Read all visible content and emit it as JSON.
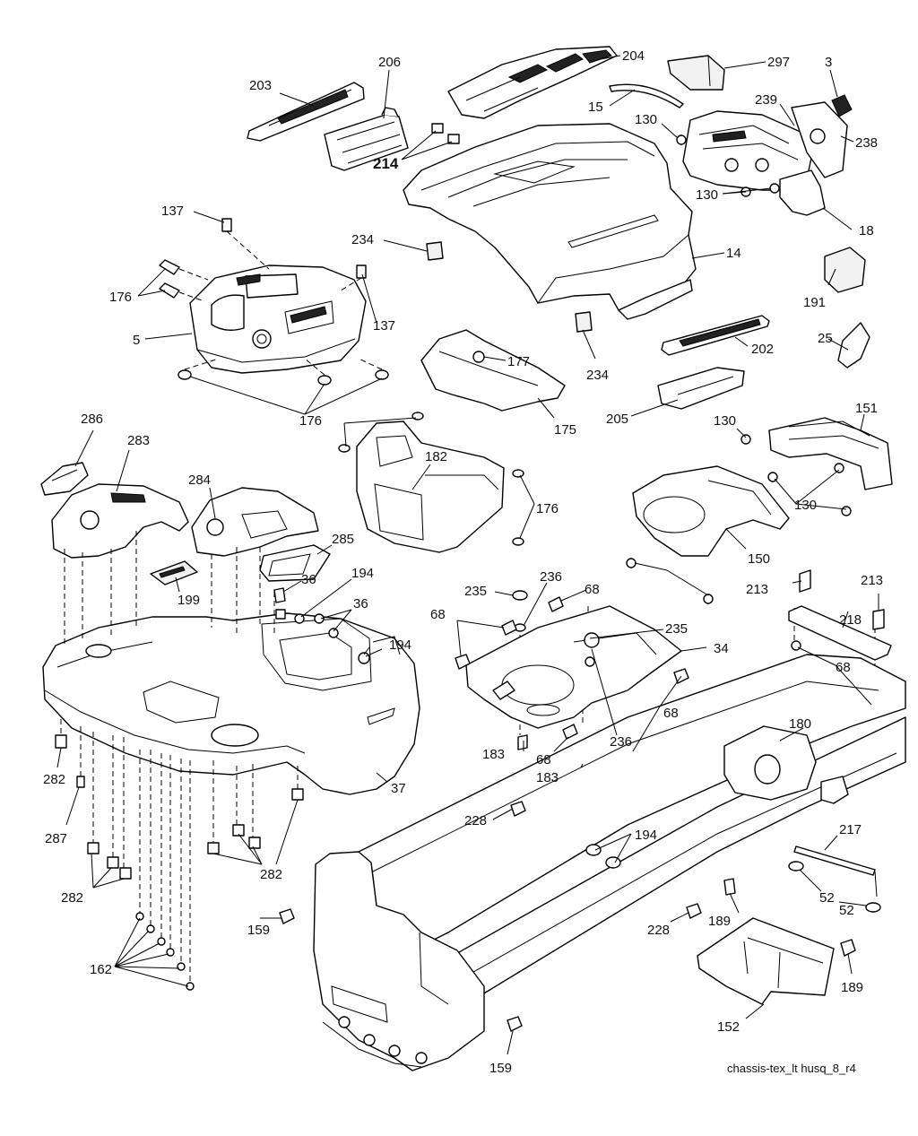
{
  "diagram": {
    "caption": "chassis-tex_lt husq_8_r4",
    "labels": [
      "203",
      "206",
      "204",
      "297",
      "3",
      "15",
      "130",
      "239",
      "238",
      "214",
      "130",
      "18",
      "137",
      "234",
      "14",
      "176",
      "137",
      "5",
      "191",
      "177",
      "25",
      "202",
      "234",
      "176",
      "175",
      "205",
      "130",
      "151",
      "286",
      "283",
      "182",
      "284",
      "176",
      "130",
      "150",
      "199",
      "285",
      "36",
      "194",
      "36",
      "235",
      "236",
      "68",
      "213",
      "213",
      "218",
      "68",
      "194",
      "235",
      "34",
      "68",
      "68",
      "282",
      "37",
      "183",
      "68",
      "236",
      "183",
      "180",
      "287",
      "228",
      "194",
      "217",
      "282",
      "282",
      "52",
      "159",
      "189",
      "228",
      "52",
      "189",
      "162",
      "152",
      "159"
    ]
  }
}
